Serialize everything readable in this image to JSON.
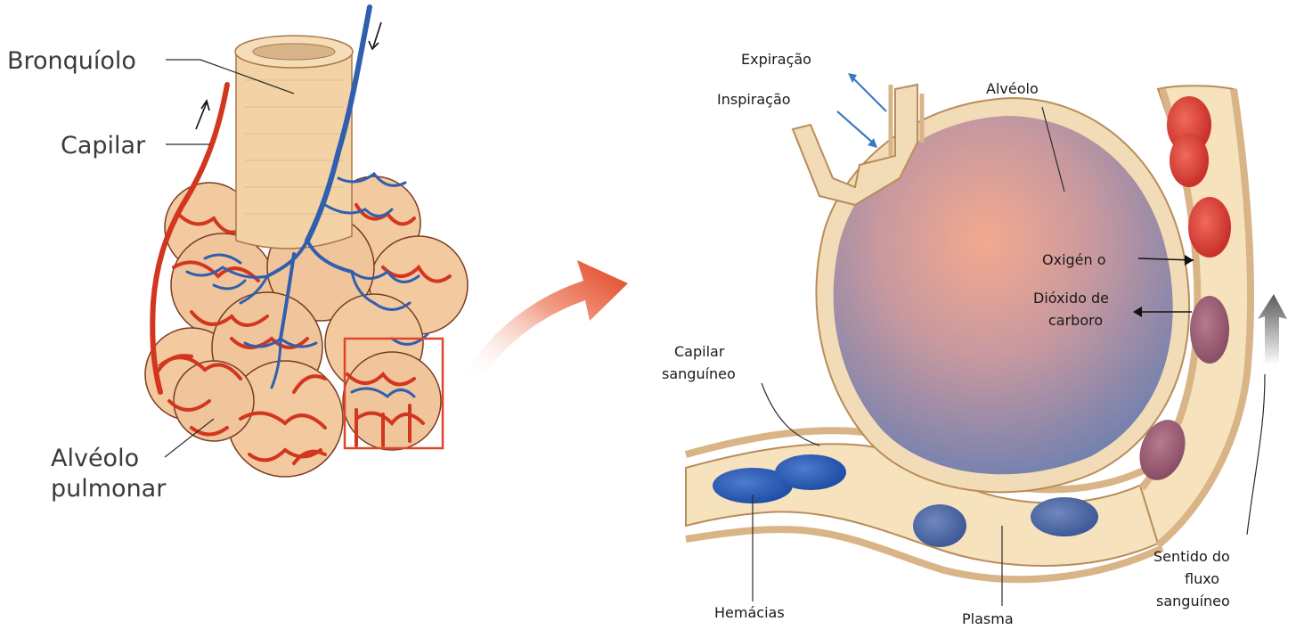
{
  "left_panel": {
    "labels": {
      "bronchiole": "Bronquíolo",
      "capillary": "Capilar",
      "alveolus_line1": "Alvéolo",
      "alveolus_line2": "pulmonar"
    }
  },
  "right_panel": {
    "labels": {
      "expiration": "Expiração",
      "inspiration": "Inspiração",
      "alveolus": "Alvéolo",
      "oxygen": "Oxigén o",
      "co2_line1": "Dióxido de",
      "co2_line2": "carboro",
      "blood_capillary_line1": "Capilar",
      "blood_capillary_line2": "sanguíneo",
      "red_cells": "Hemácias",
      "plasma": "Plasma",
      "flow_line1": "Sentido do",
      "flow_line2": "fluxo",
      "flow_line3": "sanguíneo"
    }
  },
  "colors": {
    "artery_red": "#d2361f",
    "vein_blue": "#2f5fae",
    "tissue_tan": "#f3d3a6",
    "alveolus_fill": "#f1b79a",
    "highlight_box": "#e0452a"
  }
}
